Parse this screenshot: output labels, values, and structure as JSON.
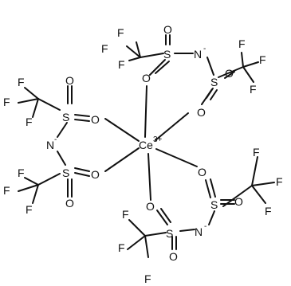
{
  "molecule": {
    "atoms": [
      {
        "id": "ce",
        "label": "Ce",
        "charge": "3+"
      },
      {
        "id": "f1",
        "label": "F"
      },
      {
        "id": "f2",
        "label": "F"
      },
      {
        "id": "f3",
        "label": "F"
      },
      {
        "id": "s1",
        "label": "S"
      },
      {
        "id": "o1a",
        "label": "O"
      },
      {
        "id": "o1b",
        "label": "O"
      },
      {
        "id": "n1",
        "label": "N",
        "charge": "-"
      },
      {
        "id": "s2",
        "label": "S"
      },
      {
        "id": "o2a",
        "label": "O"
      },
      {
        "id": "o2b",
        "label": "O"
      },
      {
        "id": "f4",
        "label": "F"
      },
      {
        "id": "f5",
        "label": "F"
      },
      {
        "id": "f6",
        "label": "F"
      },
      {
        "id": "f7",
        "label": "F"
      },
      {
        "id": "f8",
        "label": "F"
      },
      {
        "id": "f9",
        "label": "F"
      },
      {
        "id": "s3",
        "label": "S"
      },
      {
        "id": "o3a",
        "label": "O"
      },
      {
        "id": "o3b",
        "label": "O"
      },
      {
        "id": "n2",
        "label": "N",
        "charge": "-"
      },
      {
        "id": "s4",
        "label": "S"
      },
      {
        "id": "o4a",
        "label": "O"
      },
      {
        "id": "o4b",
        "label": "O"
      },
      {
        "id": "f10",
        "label": "F"
      },
      {
        "id": "f11",
        "label": "F"
      },
      {
        "id": "f12",
        "label": "F"
      },
      {
        "id": "s5",
        "label": "S"
      },
      {
        "id": "o5a",
        "label": "O"
      },
      {
        "id": "o5b",
        "label": "O"
      },
      {
        "id": "n3",
        "label": "N",
        "charge": "-"
      },
      {
        "id": "s6",
        "label": "S"
      },
      {
        "id": "o6a",
        "label": "O"
      },
      {
        "id": "o6b",
        "label": "O"
      },
      {
        "id": "f13",
        "label": "F"
      },
      {
        "id": "f14",
        "label": "F"
      },
      {
        "id": "f15",
        "label": "F"
      },
      {
        "id": "f16",
        "label": "F"
      },
      {
        "id": "f17",
        "label": "F"
      },
      {
        "id": "f18",
        "label": "F"
      }
    ]
  }
}
